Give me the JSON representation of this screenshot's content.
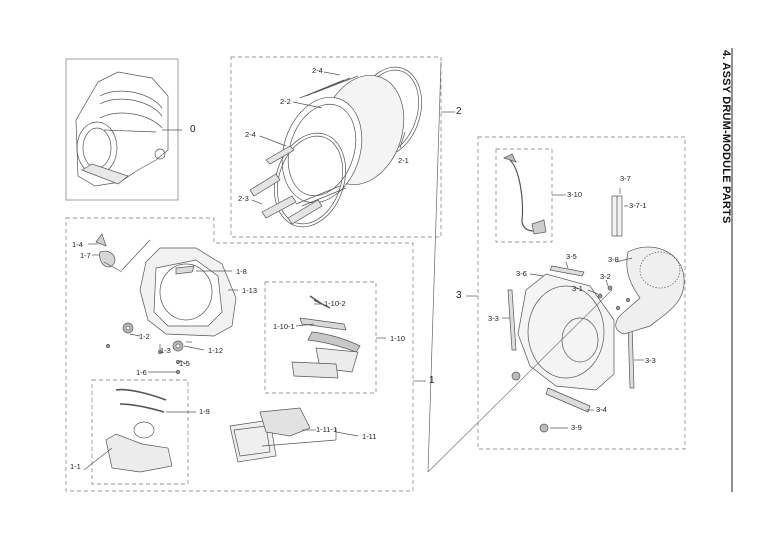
{
  "page_title": "4. ASSY DRUM-MODULE PARTS",
  "labels": {
    "l0": "0",
    "l1": "1",
    "l1_1": "1-1",
    "l1_2": "1-2",
    "l1_3": "1-3",
    "l1_4": "1-4",
    "l1_5": "1-5",
    "l1_6": "1-6",
    "l1_7": "1-7",
    "l1_8": "1-8",
    "l1_9": "1-9",
    "l1_10": "1-10",
    "l1_10_1": "1-10-1",
    "l1_10_2": "1-10-2",
    "l1_11": "1-11",
    "l1_11_1": "1-11-1",
    "l1_12": "1-12",
    "l1_13": "1-13",
    "l2": "2",
    "l2_1": "2-1",
    "l2_2": "2-2",
    "l2_3": "2-3",
    "l2_4a": "2-4",
    "l2_4b": "2-4",
    "l3": "3",
    "l3_1": "3-1",
    "l3_2": "3-2",
    "l3_3a": "3-3",
    "l3_3b": "3-3",
    "l3_4": "3-4",
    "l3_5": "3-5",
    "l3_6": "3-6",
    "l3_7": "3-7",
    "l3_7_1": "3-7-1",
    "l3_8": "3-8",
    "l3_9": "3-9",
    "l3_10": "3-10"
  }
}
